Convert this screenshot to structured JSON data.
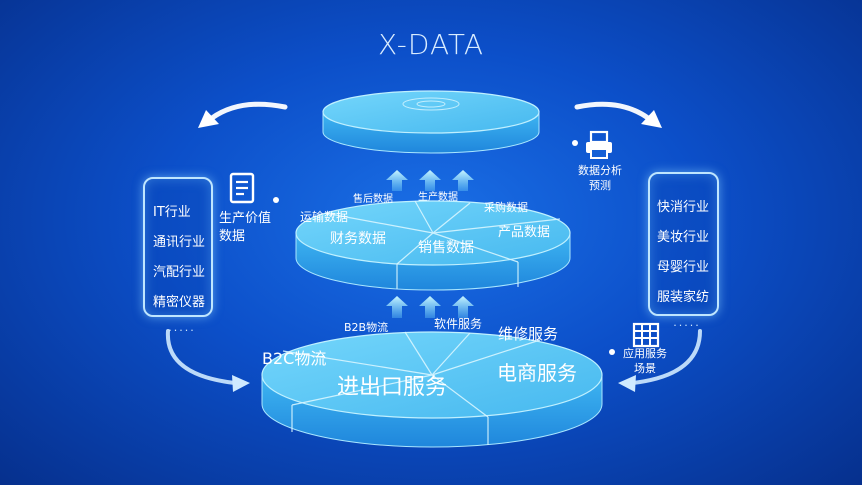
{
  "title": "X-DATA",
  "left_panel": {
    "items": [
      "IT行业",
      "通讯行业",
      "汽配行业",
      "精密仪器"
    ],
    "ellipsis": "....."
  },
  "right_panel": {
    "items": [
      "快消行业",
      "美妆行业",
      "母婴行业",
      "服装家纺"
    ],
    "ellipsis": "....."
  },
  "callouts": {
    "production_value": [
      "生产价值",
      "数据"
    ],
    "analysis": [
      "数据分析",
      "预测"
    ],
    "scenarios": [
      "应用服务",
      "场景"
    ]
  },
  "icons": {
    "production_value": "document-icon",
    "analysis": "printer-icon",
    "scenarios": "grid-icon"
  },
  "middle_layer": {
    "segments": [
      "售后数据",
      "生产数据",
      "采购数据",
      "运输数据",
      "财务数据",
      "销售数据",
      "产品数据"
    ]
  },
  "bottom_layer": {
    "segments": [
      "B2B物流",
      "软件服务",
      "维修服务",
      "B2C物流",
      "进出口服务",
      "电商服务"
    ]
  },
  "colors": {
    "background": "#0c4fc9",
    "disk_top": "#5cc8f5",
    "disk_side": "#2aa0ea",
    "panel_border": "#bfe6ff"
  }
}
